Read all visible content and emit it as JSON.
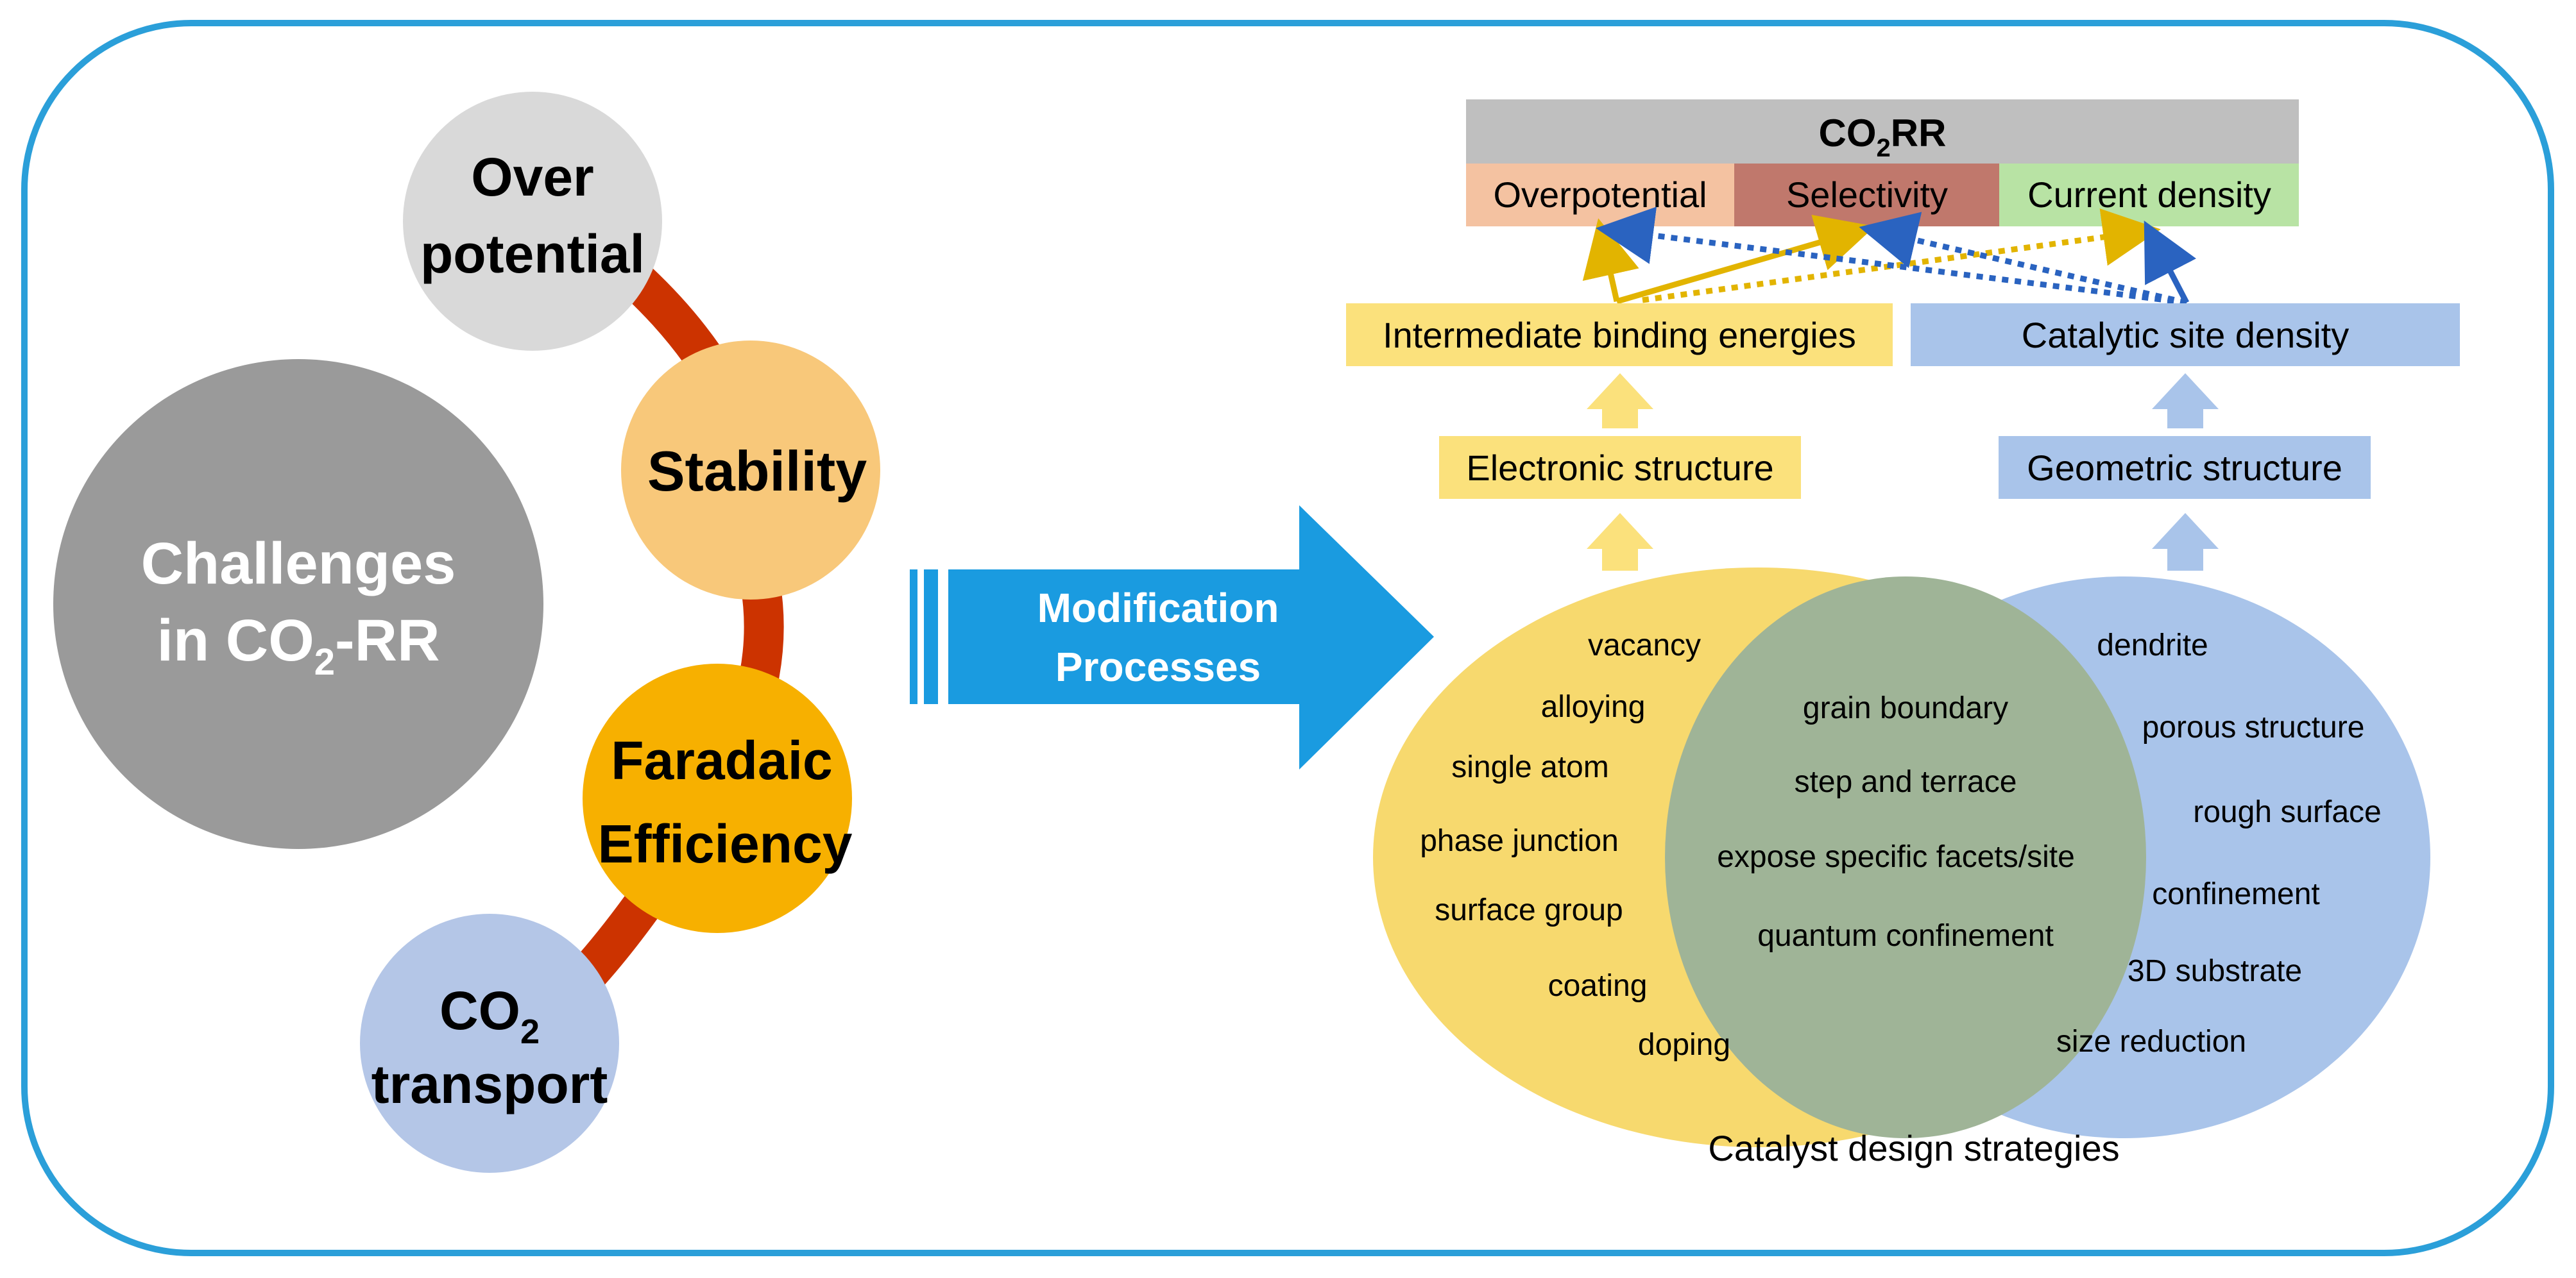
{
  "challenges": {
    "center_line1": "Challenges",
    "center_line2_prefix": "in CO",
    "center_line2_sub": "2",
    "center_line2_suffix": "-RR",
    "over_line1": "Over",
    "over_line2": "potential",
    "stability": "Stability",
    "faradaic_line1": "Faradaic",
    "faradaic_line2": "Efficiency",
    "co2_main": "CO",
    "co2_sub": "2",
    "transport": "transport"
  },
  "arrow": {
    "line1": "Modification",
    "line2": "Processes"
  },
  "co2rr": {
    "title_main": "CO",
    "title_sub": "2",
    "title_suffix": "RR",
    "overpotential": "Overpotential",
    "selectivity": "Selectivity",
    "current_density": "Current density"
  },
  "levels": {
    "intermediate": "Intermediate binding energies",
    "catalytic": "Catalytic site density",
    "electronic": "Electronic structure",
    "geometric": "Geometric structure"
  },
  "venn": {
    "left": [
      "vacancy",
      "alloying",
      "single atom",
      "phase junction",
      "surface group",
      "coating",
      "doping"
    ],
    "center": [
      "grain boundary",
      "step and terrace",
      "expose  specific facets/site",
      "quantum  confinement"
    ],
    "right": [
      "dendrite",
      "porous structure",
      "rough surface",
      "confinement",
      "3D substrate",
      "size reduction"
    ],
    "caption": "Catalyst design strategies"
  },
  "colors": {
    "frame": "#2b9fd9",
    "center_circle": "#9a9a9a",
    "over": "#d9d9d9",
    "stability": "#f8c87a",
    "faradaic": "#f7b000",
    "co2": "#b4c6e7",
    "chain": "#cc3300",
    "arrow": "#1a9be0",
    "yellow_box": "#fbe17c",
    "blue_box": "#a9c4ea",
    "gray_bar": "#bfbfbf",
    "over_cell": "#f4c2a1",
    "sel_cell": "#c0786c",
    "cur_cell": "#b8e3a4",
    "gold_line": "#e2b400",
    "blue_line": "#2a63c0"
  }
}
